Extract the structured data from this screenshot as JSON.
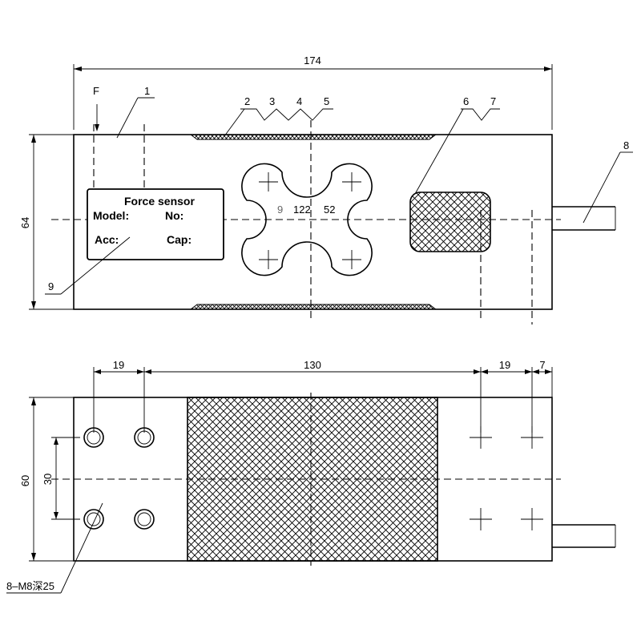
{
  "drawing": {
    "top_view": {
      "dimensions": {
        "length": "174",
        "height": "64"
      },
      "callouts": {
        "f": "F",
        "c1": "1",
        "c2": "2",
        "c3": "3",
        "c4": "4",
        "c5": "5",
        "c6": "6",
        "c7": "7",
        "c8": "8",
        "c9": "9"
      },
      "nameplate": {
        "title": "Force sensor",
        "model": "Model:",
        "no": "No:",
        "acc": "Acc:",
        "cap": "Cap:"
      },
      "center_marks": {
        "a": "9",
        "b": "122",
        "c": "52"
      }
    },
    "bottom_view": {
      "dimensions": {
        "left_offset": "19",
        "middle": "130",
        "right_offset": "19",
        "right_edge": "7",
        "height": "60",
        "hole_spacing": "30"
      },
      "hole_note": "8–M8深25"
    }
  }
}
